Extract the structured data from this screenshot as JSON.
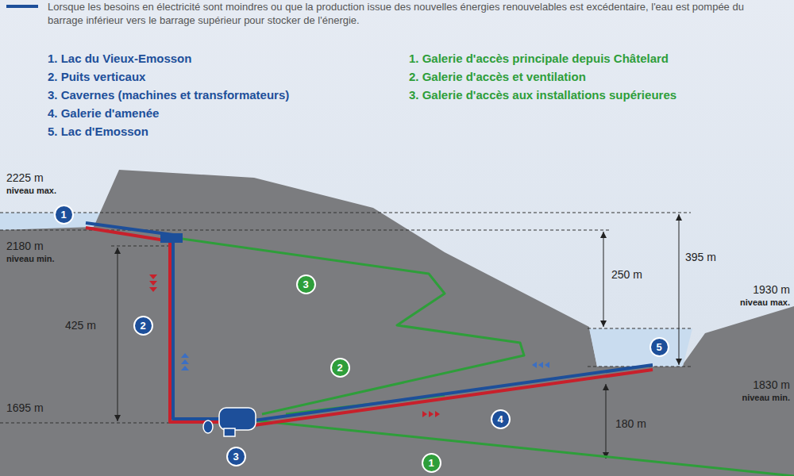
{
  "diagram": {
    "nodes": [
      {
        "text": [
          "1"
        ]
      },
      {
        "text": [
          "3"
        ]
      },
      {
        "text": [
          "2"
        ]
      },
      {
        "text": [
          "5"
        ]
      },
      {
        "text": [
          "2"
        ]
      },
      {
        "text": [
          "4"
        ]
      },
      {
        "text": [
          "3"
        ]
      },
      {
        "text": [
          "1"
        ]
      }
    ],
    "labels": [
      "1. Lac du Vieux-Emosson",
      "2. Puits verticaux",
      "3. Cavernes (machines et transformateurs)",
      "4. Galerie d'amenée",
      "5. Lac d'Emosson",
      "1. Galerie d'accès principale depuis Châtelard",
      "2. Galerie d'accès et ventilation",
      "3. Galerie d'accès aux installations supérieures",
      "2225 m",
      "niveau max.",
      "2180 m",
      "niveau min.",
      "425 m",
      "1695 m",
      "250 m",
      "395 m",
      "1930 m",
      "niveau max.",
      "1830 m",
      "niveau min.",
      "180 m"
    ],
    "legend": [
      {
        "text": "Lorsque les besoins en électricité sont moindres ou que la production issue des nouvelles énergies renouvelables est excédentaire, l'eau est pompée du barrage inférieur vers le barrage supérieur pour stocker de l'énergie."
      }
    ]
  }
}
